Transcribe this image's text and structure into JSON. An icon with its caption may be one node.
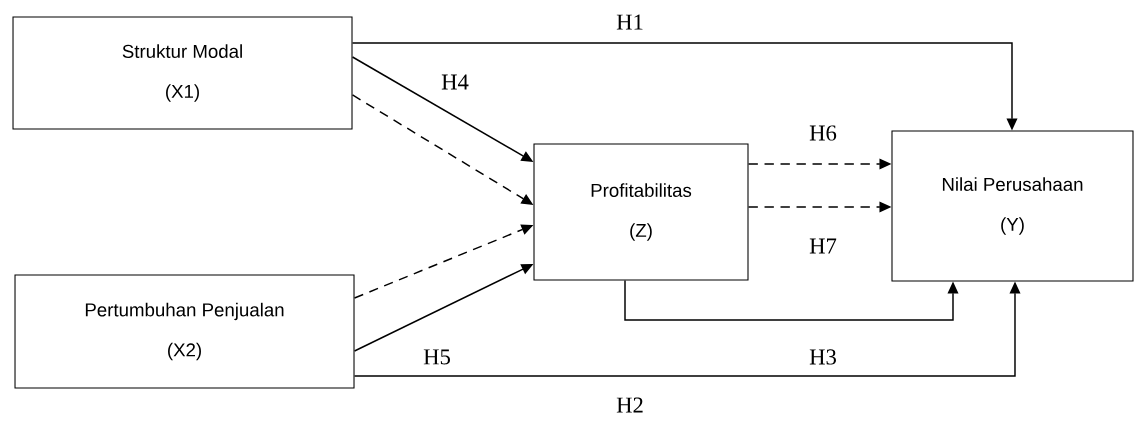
{
  "diagram": {
    "nodes": [
      {
        "text": [
          "Struktur Modal",
          "(X1)"
        ]
      },
      {
        "text": [
          "Pertumbuhan Penjualan",
          "(X2)"
        ]
      },
      {
        "text": [
          "Profitabilitas",
          "(Z)"
        ]
      },
      {
        "text": [
          "Nilai Perusahaan",
          "(Y)"
        ]
      }
    ],
    "edges": [
      {
        "from": 0,
        "to": 3,
        "arrow": "to",
        "label": "H1"
      },
      {
        "from": 0,
        "to": 2,
        "arrow": "to",
        "label": "H4"
      },
      {
        "from": 0,
        "to": 2,
        "arrow": "to",
        "style": "dashed"
      },
      {
        "from": 1,
        "to": 2,
        "arrow": "to",
        "style": "dashed"
      },
      {
        "from": 1,
        "to": 2,
        "arrow": "to",
        "label": "H5"
      },
      {
        "from": 2,
        "to": 3,
        "arrow": "to",
        "style": "dashed",
        "label": "H6"
      },
      {
        "from": 2,
        "to": 3,
        "arrow": "to",
        "style": "dashed",
        "label": "H7"
      },
      {
        "from": 2,
        "to": 3,
        "arrow": "to",
        "label": "H3"
      },
      {
        "from": 1,
        "to": 3,
        "arrow": "to",
        "label": "H2"
      }
    ]
  }
}
